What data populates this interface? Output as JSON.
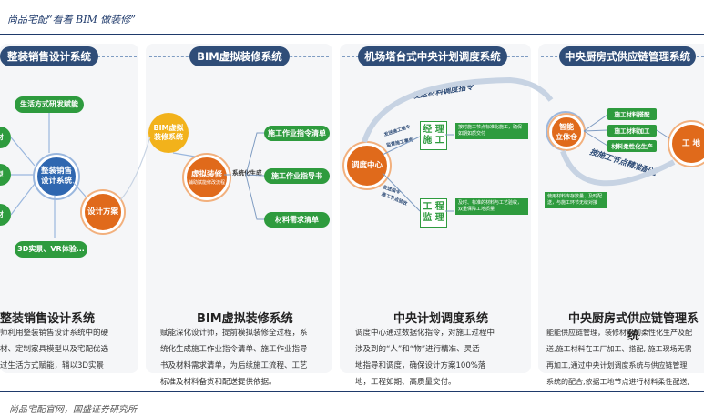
{
  "header": {
    "text": "尚品宅配“看着 BIM 做装修”"
  },
  "footer": {
    "text": "尚品宅配官网，国盛证券研究所"
  },
  "panels": [
    {
      "title": "整装销售设计系统",
      "nodes": {
        "life": "生活方式研发赋能",
        "left_top": "材",
        "left_mid": "型",
        "left_bot": "材",
        "center": "整装销售\n设计系统",
        "plan": "设计方案",
        "scan": "3D实景、VR体验..."
      },
      "section_title": "整装销售设计系统",
      "desc": [
        "师利用整装销售设计系统中的硬",
        "材、定制家具模型以及宅配优选",
        "过生活方式赋能，辅以3D实景"
      ]
    },
    {
      "title": "BIM虚拟装修系统",
      "nodes": {
        "bim": "BIM虚拟\n装修系统",
        "vr": "虚拟装修",
        "vr_sub": "辅助赋能修改流程",
        "gen": "系统化生成",
        "out1": "施工作业指令清单",
        "out2": "施工作业指导书",
        "out3": "材料需求清单"
      },
      "section_title": "BIM虚拟装修系统",
      "desc": [
        "赋能深化设计师，提前模拟装修全过程，系",
        "统化生成施工作业指令清单、施工作业指导",
        "书及材料需求清单，为后续施工流程、工艺",
        "标准及材料备货和配送提供依据。"
      ]
    },
    {
      "title": "机场塔台式中央计划调度系统",
      "nodes": {
        "arc": "发送材料调度指令",
        "center": "调度中心",
        "send1": "发送施工指令",
        "send2": "监督施工事务",
        "pm": "经 理\n施 工",
        "pm_text": "按时施工节点标准化施工，确保如期如质交付",
        "send3": "发送指令",
        "send4": "施工节点验收",
        "sup": "工 程\n监 理",
        "sup_text": "及时、标准的材料与工艺验收，双重保障工地质量"
      },
      "section_title": "中央计划调度系统",
      "desc": [
        "调度中心通过数据化指令，对施工过程中",
        "涉及到的“人”和“物”进行精准、灵活",
        "地指导和调度，确保设计方案100%落",
        "地，工程如期、高质量交付。"
      ]
    },
    {
      "title": "中央厨房式供应链管理系统",
      "nodes": {
        "smart": "智能\n立体仓",
        "m1": "施工材料搭配",
        "m2": "施工材料加工",
        "m3": "材料柔性化生产",
        "site": "工 地",
        "arc": "按施工节点精准配送",
        "note": "使用材料库存数量、及时配送，与施工环节无缝对接"
      },
      "section_title": "中央厨房式供应链管理系统",
      "desc": [
        "能能供应链管理，装修材料的柔性化生产及配",
        "送,施工材料在工厂加工、搭配, 施工现场无需",
        "再加工,通过中央计划调度系统与供应链管理",
        "系统的配合,依据工地节点进行材料柔性配送,"
      ]
    }
  ]
}
